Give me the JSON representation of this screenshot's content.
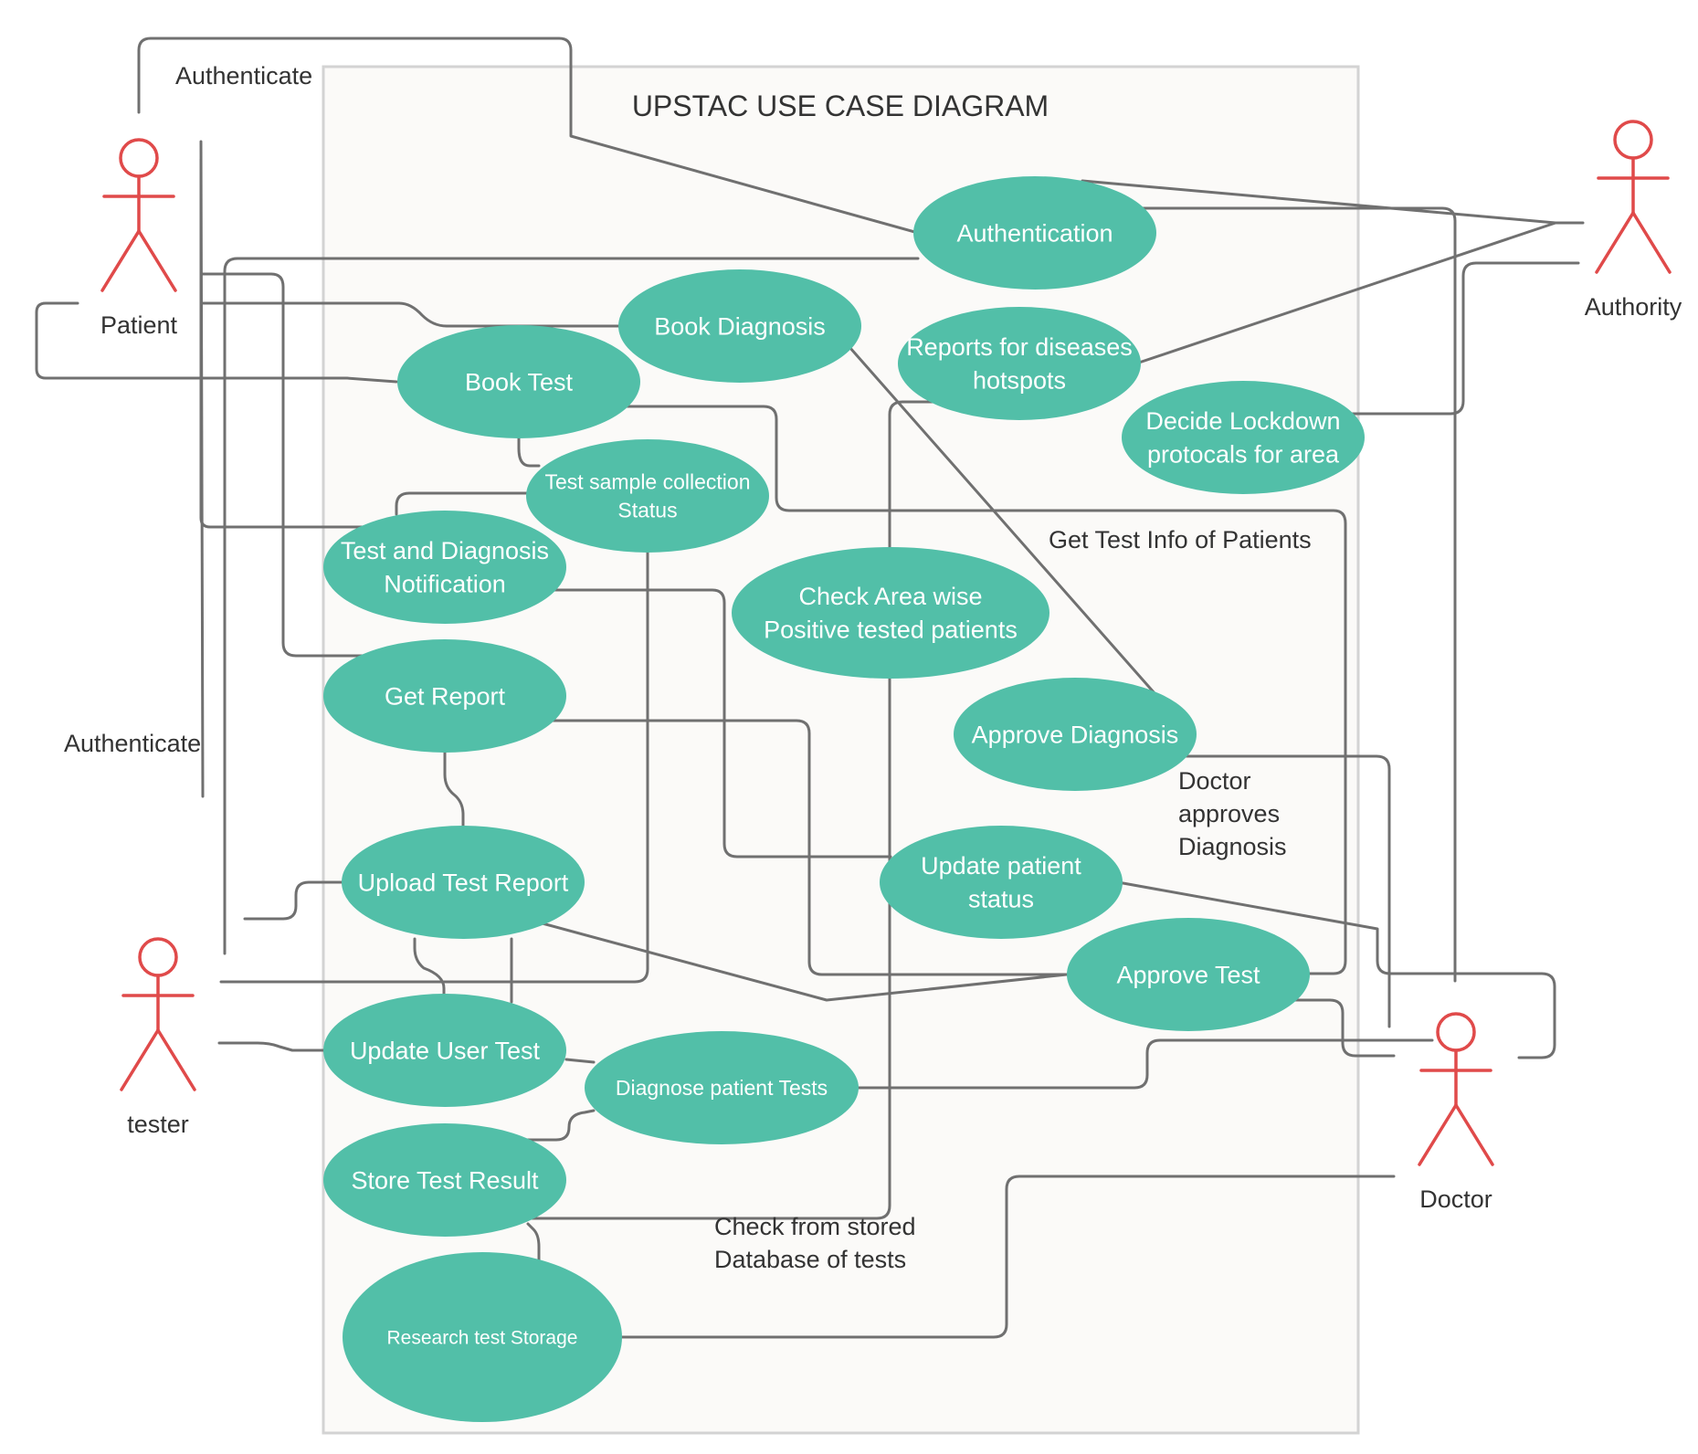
{
  "title": "UPSTAC USE CASE DIAGRAM",
  "colors": {
    "use_case_fill": "#52bfa8",
    "actor_stroke": "#e04a4a",
    "connector": "#707070",
    "boundary_fill": "#fbfaf8",
    "boundary_stroke": "#d3d3d3"
  },
  "actors": [
    {
      "id": "patient",
      "label": "Patient"
    },
    {
      "id": "tester",
      "label": "tester"
    },
    {
      "id": "authority",
      "label": "Authority"
    },
    {
      "id": "doctor",
      "label": "Doctor"
    }
  ],
  "use_cases": [
    {
      "id": "authentication",
      "lines": [
        "Authentication"
      ]
    },
    {
      "id": "book-diagnosis",
      "lines": [
        "Book Diagnosis"
      ]
    },
    {
      "id": "book-test",
      "lines": [
        "Book Test"
      ]
    },
    {
      "id": "reports-hotspots",
      "lines": [
        "Reports for diseases",
        "hotspots"
      ]
    },
    {
      "id": "decide-lockdown",
      "lines": [
        "Decide Lockdown",
        "protocals for area"
      ]
    },
    {
      "id": "test-sample-status",
      "lines": [
        "Test sample collection",
        "Status"
      ]
    },
    {
      "id": "test-diagnosis-notification",
      "lines": [
        "Test and Diagnosis",
        "Notification"
      ]
    },
    {
      "id": "check-area-wise",
      "lines": [
        "Check Area wise",
        "Positive tested patients"
      ]
    },
    {
      "id": "get-report",
      "lines": [
        "Get Report"
      ]
    },
    {
      "id": "approve-diagnosis",
      "lines": [
        "Approve Diagnosis"
      ]
    },
    {
      "id": "upload-test-report",
      "lines": [
        "Upload Test Report"
      ]
    },
    {
      "id": "update-patient-status",
      "lines": [
        "Update patient",
        "status"
      ]
    },
    {
      "id": "approve-test",
      "lines": [
        "Approve Test"
      ]
    },
    {
      "id": "update-user-test",
      "lines": [
        "Update User Test"
      ]
    },
    {
      "id": "diagnose-patient-tests",
      "lines": [
        "Diagnose patient Tests"
      ]
    },
    {
      "id": "store-test-result",
      "lines": [
        "Store Test Result"
      ]
    },
    {
      "id": "research-test-storage",
      "lines": [
        "Research test Storage"
      ]
    }
  ],
  "annotations": [
    {
      "id": "authenticate-top",
      "lines": [
        "Authenticate"
      ]
    },
    {
      "id": "authenticate-left",
      "lines": [
        "Authenticate"
      ]
    },
    {
      "id": "get-test-info",
      "lines": [
        "Get Test Info of Patients"
      ]
    },
    {
      "id": "doctor-approves",
      "lines": [
        "Doctor",
        "approves",
        "Diagnosis"
      ]
    },
    {
      "id": "check-from-stored",
      "lines": [
        "Check from stored",
        "Database of tests"
      ]
    }
  ]
}
